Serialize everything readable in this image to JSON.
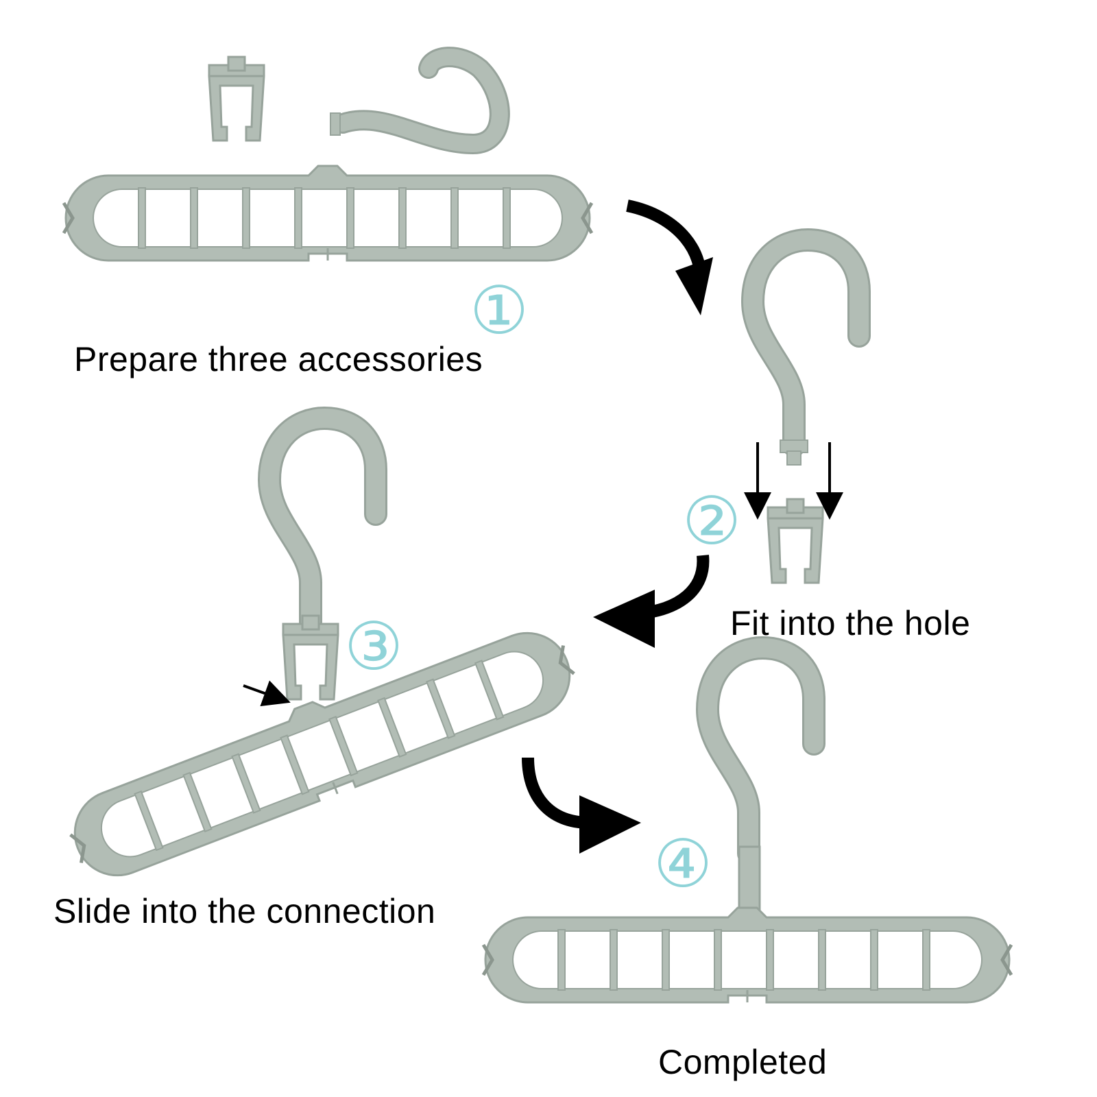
{
  "colors": {
    "plastic": "#b2bdb5",
    "plastic_dark": "#97a39b",
    "badge": "#8fd3d8",
    "arrow": "#000000",
    "text": "#000000",
    "background": "#ffffff"
  },
  "steps": [
    {
      "badge": "①",
      "caption": "Prepare three accessories"
    },
    {
      "badge": "②",
      "caption": "Fit into the hole"
    },
    {
      "badge": "③",
      "caption": "Slide into the connection"
    },
    {
      "badge": "④",
      "caption": "Completed"
    }
  ],
  "hanger": {
    "holes": 9
  }
}
